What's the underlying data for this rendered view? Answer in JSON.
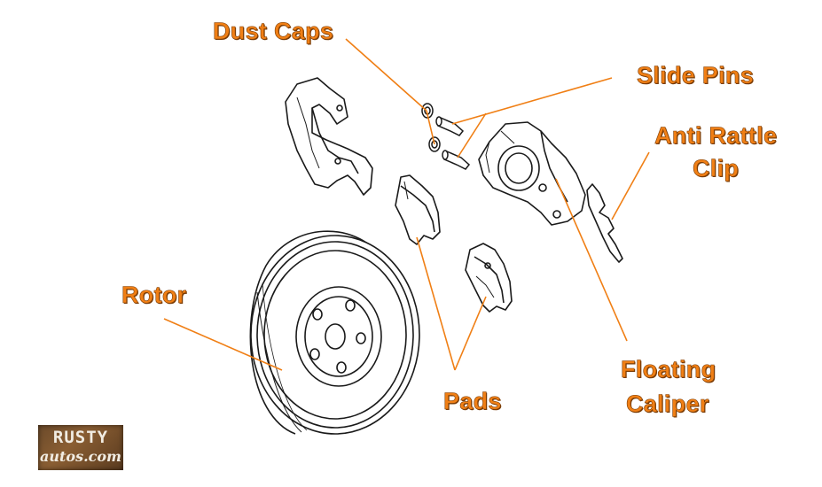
{
  "colors": {
    "label": "#f07f15",
    "leader": "#f07f15",
    "ink": "#1a1a1a",
    "logo_bg": "#6b4a2a",
    "logo_text": "#f1ece2"
  },
  "labels": {
    "dust_caps": "Dust Caps",
    "slide_pins": "Slide  Pins",
    "anti_rattle_line1": "Anti Rattle",
    "anti_rattle_line2": "Clip",
    "rotor": "Rotor",
    "pads": "Pads",
    "floating_line1": "Floating",
    "floating_line2": "Caliper"
  },
  "logo": {
    "line1": "RUSTY",
    "line2": "autos.com"
  },
  "icons": [
    "brake-rotor-icon",
    "caliper-bracket-icon",
    "brake-pad-icon",
    "floating-caliper-icon",
    "anti-rattle-clip-icon",
    "slide-pin-icon",
    "dust-cap-icon"
  ]
}
